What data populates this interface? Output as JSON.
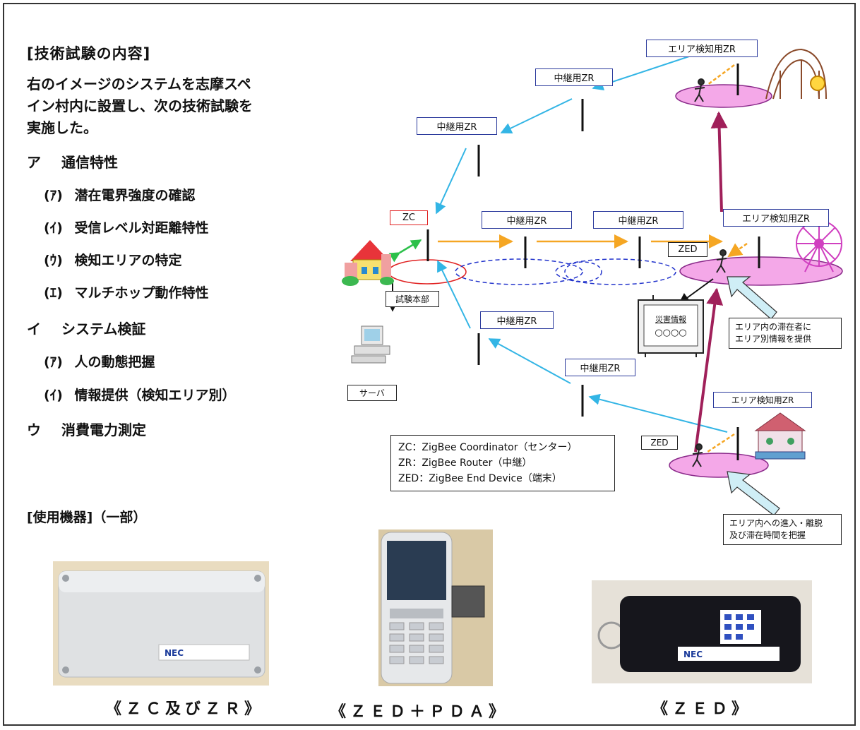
{
  "left": {
    "heading": "[技術試験の内容]",
    "intro": [
      "右のイメージのシステムを志摩スペ",
      "イン村内に設置し、次の技術試験を",
      "実施した。"
    ],
    "items": [
      {
        "mark": "ア",
        "label": "通信特性"
      },
      {
        "mark": "(ｱ)",
        "label": "潜在電界強度の確認"
      },
      {
        "mark": "(ｲ)",
        "label": "受信レベル対距離特性"
      },
      {
        "mark": "(ｳ)",
        "label": "検知エリアの特定"
      },
      {
        "mark": "(ｴ)",
        "label": "マルチホップ動作特性"
      },
      {
        "mark": "イ",
        "label": "システム検証"
      },
      {
        "mark": "(ｱ)",
        "label": "人の動態把握"
      },
      {
        "mark": "(ｲ)",
        "label": "情報提供（検知エリア別）"
      },
      {
        "mark": "ウ",
        "label": "消費電力測定"
      }
    ],
    "equipment_heading": "[使用機器]（一部）"
  },
  "diagram": {
    "labels": {
      "area_zr_top": "エリア検知用ZR",
      "relay_top": "中継用ZR",
      "relay_left": "中継用ZR",
      "zc": "ZC",
      "relay_mid1": "中継用ZR",
      "relay_mid2": "中継用ZR",
      "area_zr_mid": "エリア検知用ZR",
      "zed_mid": "ZED",
      "hq": "試験本部",
      "relay_low1": "中継用ZR",
      "relay_low2": "中継用ZR",
      "area_zr_bottom": "エリア検知用ZR",
      "zed_bottom": "ZED",
      "server": "サーバ"
    },
    "signboard": {
      "title": "災害情報",
      "text": "○○○○"
    },
    "note_provide": [
      "エリア内の滞在者に",
      "エリア別情報を提供"
    ],
    "note_track": [
      "エリア内への進入・離脱",
      "及び滞在時間を把握"
    ],
    "legend": [
      "ZC：ZigBee Coordinator（センター）",
      "ZR：ZigBee Router（中継）",
      "ZED：ZigBee End Device（端末）"
    ],
    "colors": {
      "relay_arrow": "#33b5e5",
      "orange_arrow": "#f5a623",
      "purple_arrow": "#a0205a",
      "area_fill": "#f4a8e8"
    }
  },
  "photos": {
    "nec_logo": "NEC",
    "captions": [
      "《ＺＣ及びＺＲ》",
      "《ＺＥＤ＋ＰＤＡ》",
      "《ＺＥＤ》"
    ]
  }
}
